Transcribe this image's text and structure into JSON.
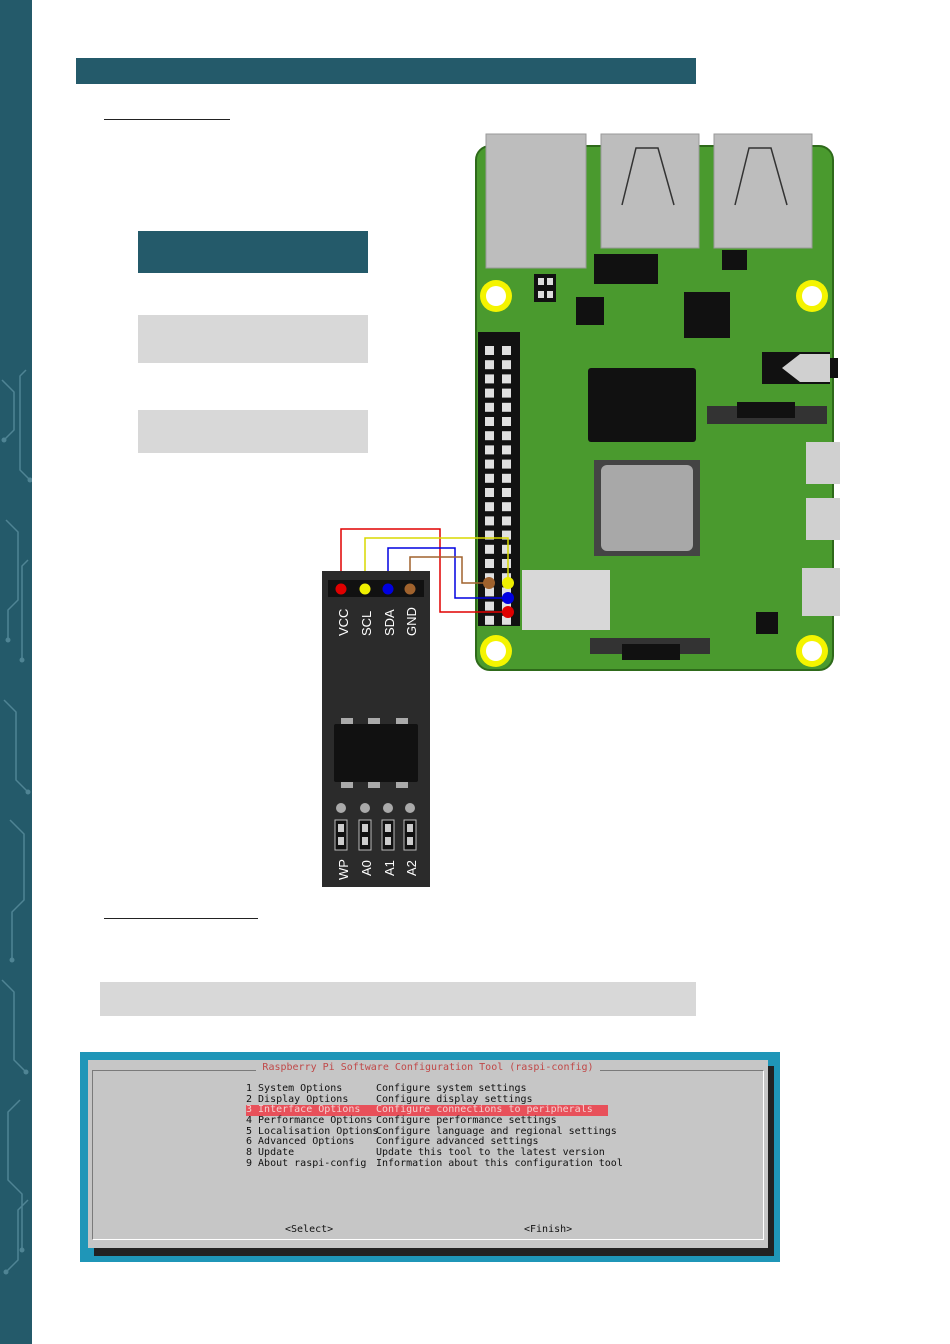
{
  "module_pins_top": [
    "VCC",
    "SCL",
    "SDA",
    "GND"
  ],
  "module_pins_bottom": [
    "WP",
    "A0",
    "A1",
    "A2"
  ],
  "terminal": {
    "title": "Raspberry Pi Software Configuration Tool (raspi-config)",
    "menu": [
      {
        "label": "1 System Options",
        "desc": "Configure system settings",
        "selected": false
      },
      {
        "label": "2 Display Options",
        "desc": "Configure display settings",
        "selected": false
      },
      {
        "label": "3 Interface Options",
        "desc": "Configure connections to peripherals",
        "selected": true
      },
      {
        "label": "4 Performance Options",
        "desc": "Configure performance settings",
        "selected": false
      },
      {
        "label": "5 Localisation Options",
        "desc": "Configure language and regional settings",
        "selected": false
      },
      {
        "label": "6 Advanced Options",
        "desc": "Configure advanced settings",
        "selected": false
      },
      {
        "label": "8 Update",
        "desc": "Update this tool to the latest version",
        "selected": false
      },
      {
        "label": "9 About raspi-config",
        "desc": "Information about this configuration tool",
        "selected": false
      }
    ],
    "select_label": "<Select>",
    "finish_label": "<Finish>"
  },
  "colors": {
    "brand": "#245a6a",
    "board_green": "#4a9a2e",
    "wire_vcc": "#e00000",
    "wire_scl": "#e8e800",
    "wire_sda": "#0000e0",
    "wire_gnd": "#a0622d",
    "highlight": "#e8505a"
  }
}
